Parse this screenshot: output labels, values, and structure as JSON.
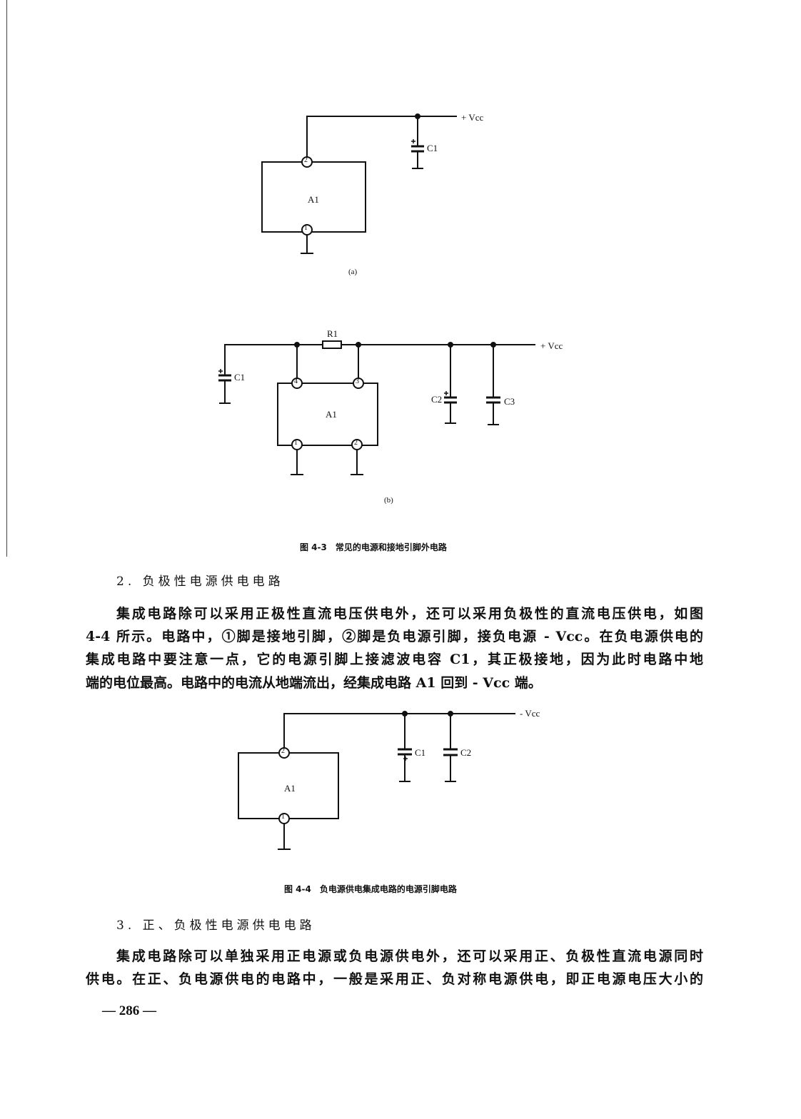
{
  "figure_4_3": {
    "a": {
      "vcc": "+ Vcc",
      "cap": "C1",
      "chip": "A1",
      "pin_top": "2",
      "pin_bottom": "1",
      "sub_label": "(a)"
    },
    "b": {
      "vcc": "+ Vcc",
      "resistor": "R1",
      "c1": "C1",
      "c2": "C2",
      "c3": "C3",
      "chip": "A1",
      "pins": [
        "4",
        "3",
        "1",
        "2"
      ],
      "sub_label": "(b)"
    },
    "caption": "图 4-3　常见的电源和接地引脚外电路"
  },
  "section2": {
    "heading": "2. 负极性电源供电电路",
    "lines": [
      "集成电路除可以采用正极性直流电压供电外，还可以采用负极性的直流电压供电，如图",
      "4-4 所示。电路中，①脚是接地引脚，②脚是负电源引脚，接负电源 - Vcc。在负电源供电的",
      "集成电路中要注意一点，它的电源引脚上接滤波电容 C1，其正极接地，因为此时电路中地",
      "端的电位最高。电路中的电流从地端流出，经集成电路 A1 回到 - Vcc 端。"
    ]
  },
  "figure_4_4": {
    "vcc": "- Vcc",
    "c1": "C1",
    "c2": "C2",
    "chip": "A1",
    "pin_top": "2",
    "pin_bottom": "1",
    "caption": "图 4-4　负电源供电集成电路的电源引脚电路"
  },
  "section3": {
    "heading": "3. 正、负极性电源供电电路",
    "lines": [
      "集成电路除可以单独采用正电源或负电源供电外，还可以采用正、负极性直流电源同时",
      "供电。在正、负电源供电的电路中，一般是采用正、负对称电源供电，即正电源电压大小的"
    ]
  },
  "page_number": "— 286 —"
}
